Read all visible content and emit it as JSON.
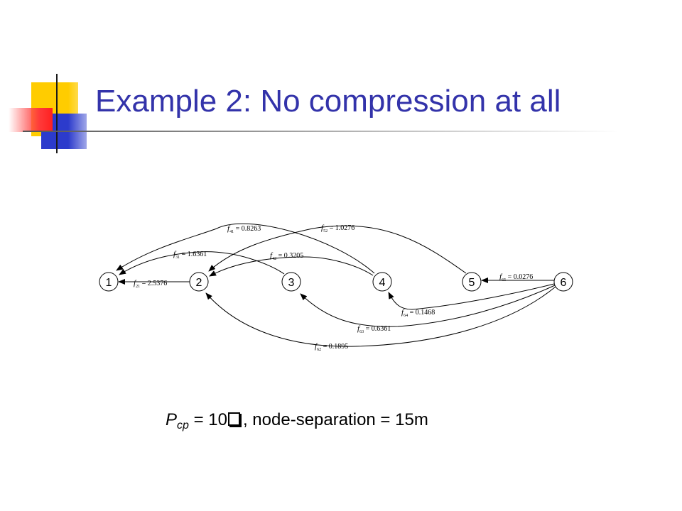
{
  "slide": {
    "title": "Example 2: No compression at all"
  },
  "diagram": {
    "nodes": [
      "1",
      "2",
      "3",
      "4",
      "5",
      "6"
    ],
    "edges": [
      {
        "from": "4",
        "to": "1",
        "sub": "41",
        "value": "= 0.8263"
      },
      {
        "from": "5",
        "to": "2",
        "sub": "52",
        "value": "= 1.0276"
      },
      {
        "from": "3",
        "to": "1",
        "sub": "31",
        "value": "= 1.6361"
      },
      {
        "from": "4",
        "to": "2",
        "sub": "42",
        "value": "= 0.3205"
      },
      {
        "from": "2",
        "to": "1",
        "sub": "21",
        "value": "= 2.5376"
      },
      {
        "from": "6",
        "to": "5",
        "sub": "65",
        "value": "= 0.0276"
      },
      {
        "from": "6",
        "to": "4",
        "sub": "64",
        "value": "= 0.1468"
      },
      {
        "from": "6",
        "to": "3",
        "sub": "63",
        "value": "= 0.6361"
      },
      {
        "from": "6",
        "to": "2",
        "sub": "62",
        "value": "= 0.1895"
      }
    ]
  },
  "caption": {
    "p_symbol": "P",
    "p_subscript": "cp",
    "pre_glyph": " = 10",
    "post_glyph": ", node-separation  = 15m"
  },
  "colors": {
    "title": "#3333aa",
    "accent_yellow": "#ffcc00",
    "accent_blue": "#2c3bcc",
    "accent_red": "#ff3a3a"
  }
}
